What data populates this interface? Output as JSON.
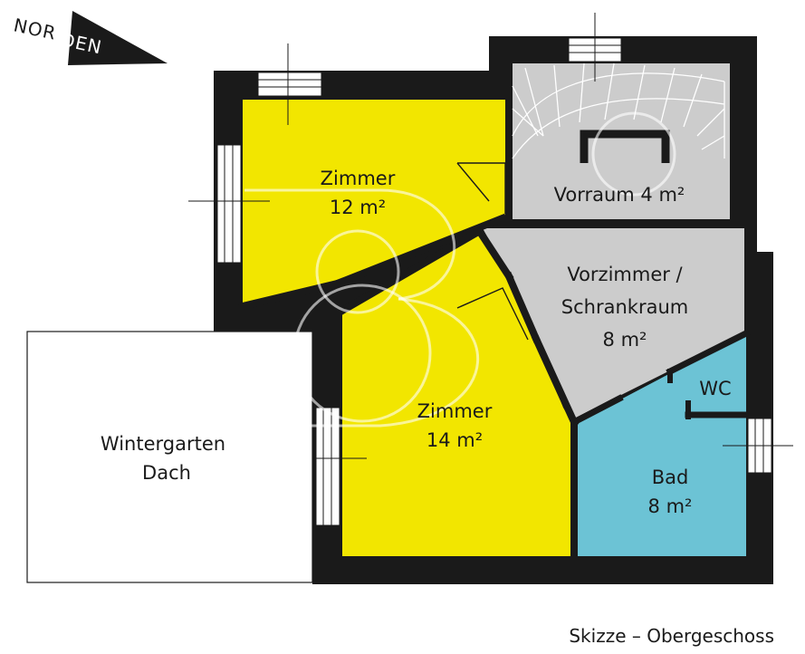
{
  "compass": {
    "label_part_1": "NOR",
    "label_part_2": "DEN"
  },
  "rooms": {
    "zimmer_a": {
      "name": "Zimmer",
      "area": "12 m²"
    },
    "zimmer_b": {
      "name": "Zimmer",
      "area": "14 m²"
    },
    "vorraum": {
      "label": "Vorraum 4 m²"
    },
    "vorzimmer": {
      "line1": "Vorzimmer /",
      "line2": "Schrankraum",
      "area": "8 m²"
    },
    "wc": {
      "name": "WC"
    },
    "bad": {
      "name": "Bad",
      "area": "8 m²"
    },
    "wintergarten": {
      "line1": "Wintergarten",
      "line2": "Dach"
    }
  },
  "caption": "Skizze – Obergeschoss",
  "colors": {
    "wall": "#1a1a1a",
    "room_yellow": "#f2e600",
    "room_gray": "#cccccc",
    "room_blue": "#6cc3d5",
    "watermark": "#ffffff"
  }
}
